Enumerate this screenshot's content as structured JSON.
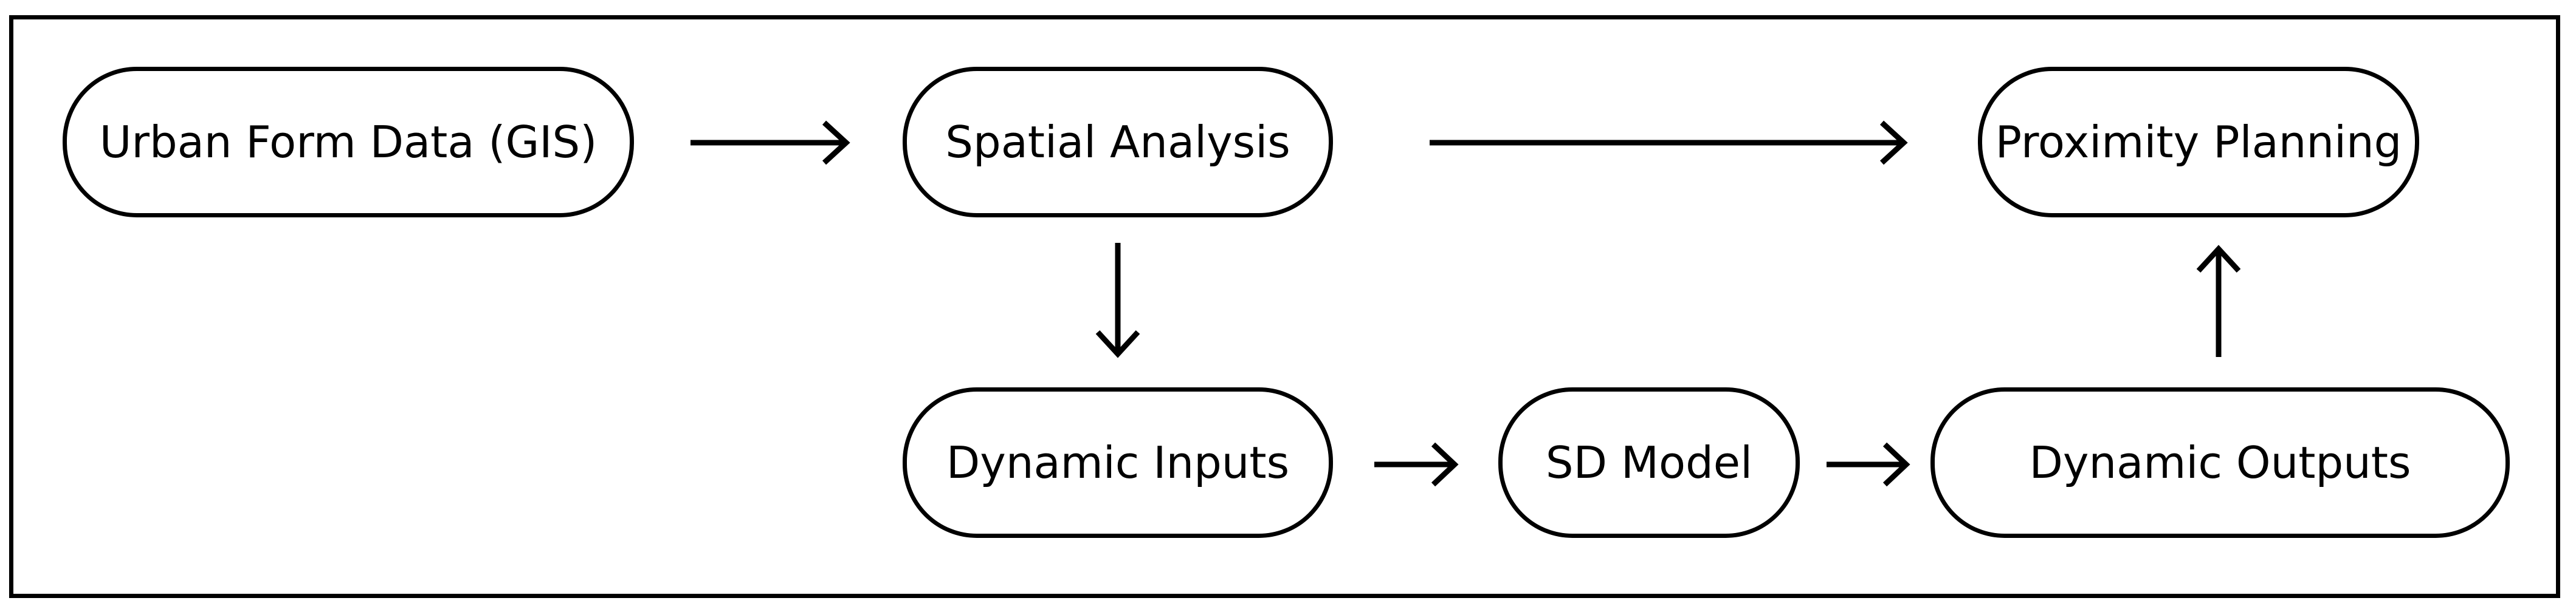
{
  "diagram": {
    "nodes": {
      "urban_form_data": "Urban Form Data (GIS)",
      "spatial_analysis": "Spatial Analysis",
      "proximity_planning": "Proximity Planning",
      "dynamic_inputs": "Dynamic Inputs",
      "sd_model": "SD Model",
      "dynamic_outputs": "Dynamic Outputs"
    },
    "edges": [
      {
        "from": "Urban Form Data (GIS)",
        "to": "Spatial Analysis"
      },
      {
        "from": "Spatial Analysis",
        "to": "Proximity Planning"
      },
      {
        "from": "Spatial Analysis",
        "to": "Dynamic Inputs"
      },
      {
        "from": "Dynamic Inputs",
        "to": "SD Model"
      },
      {
        "from": "SD Model",
        "to": "Dynamic Outputs"
      },
      {
        "from": "Dynamic Outputs",
        "to": "Proximity Planning"
      }
    ]
  }
}
